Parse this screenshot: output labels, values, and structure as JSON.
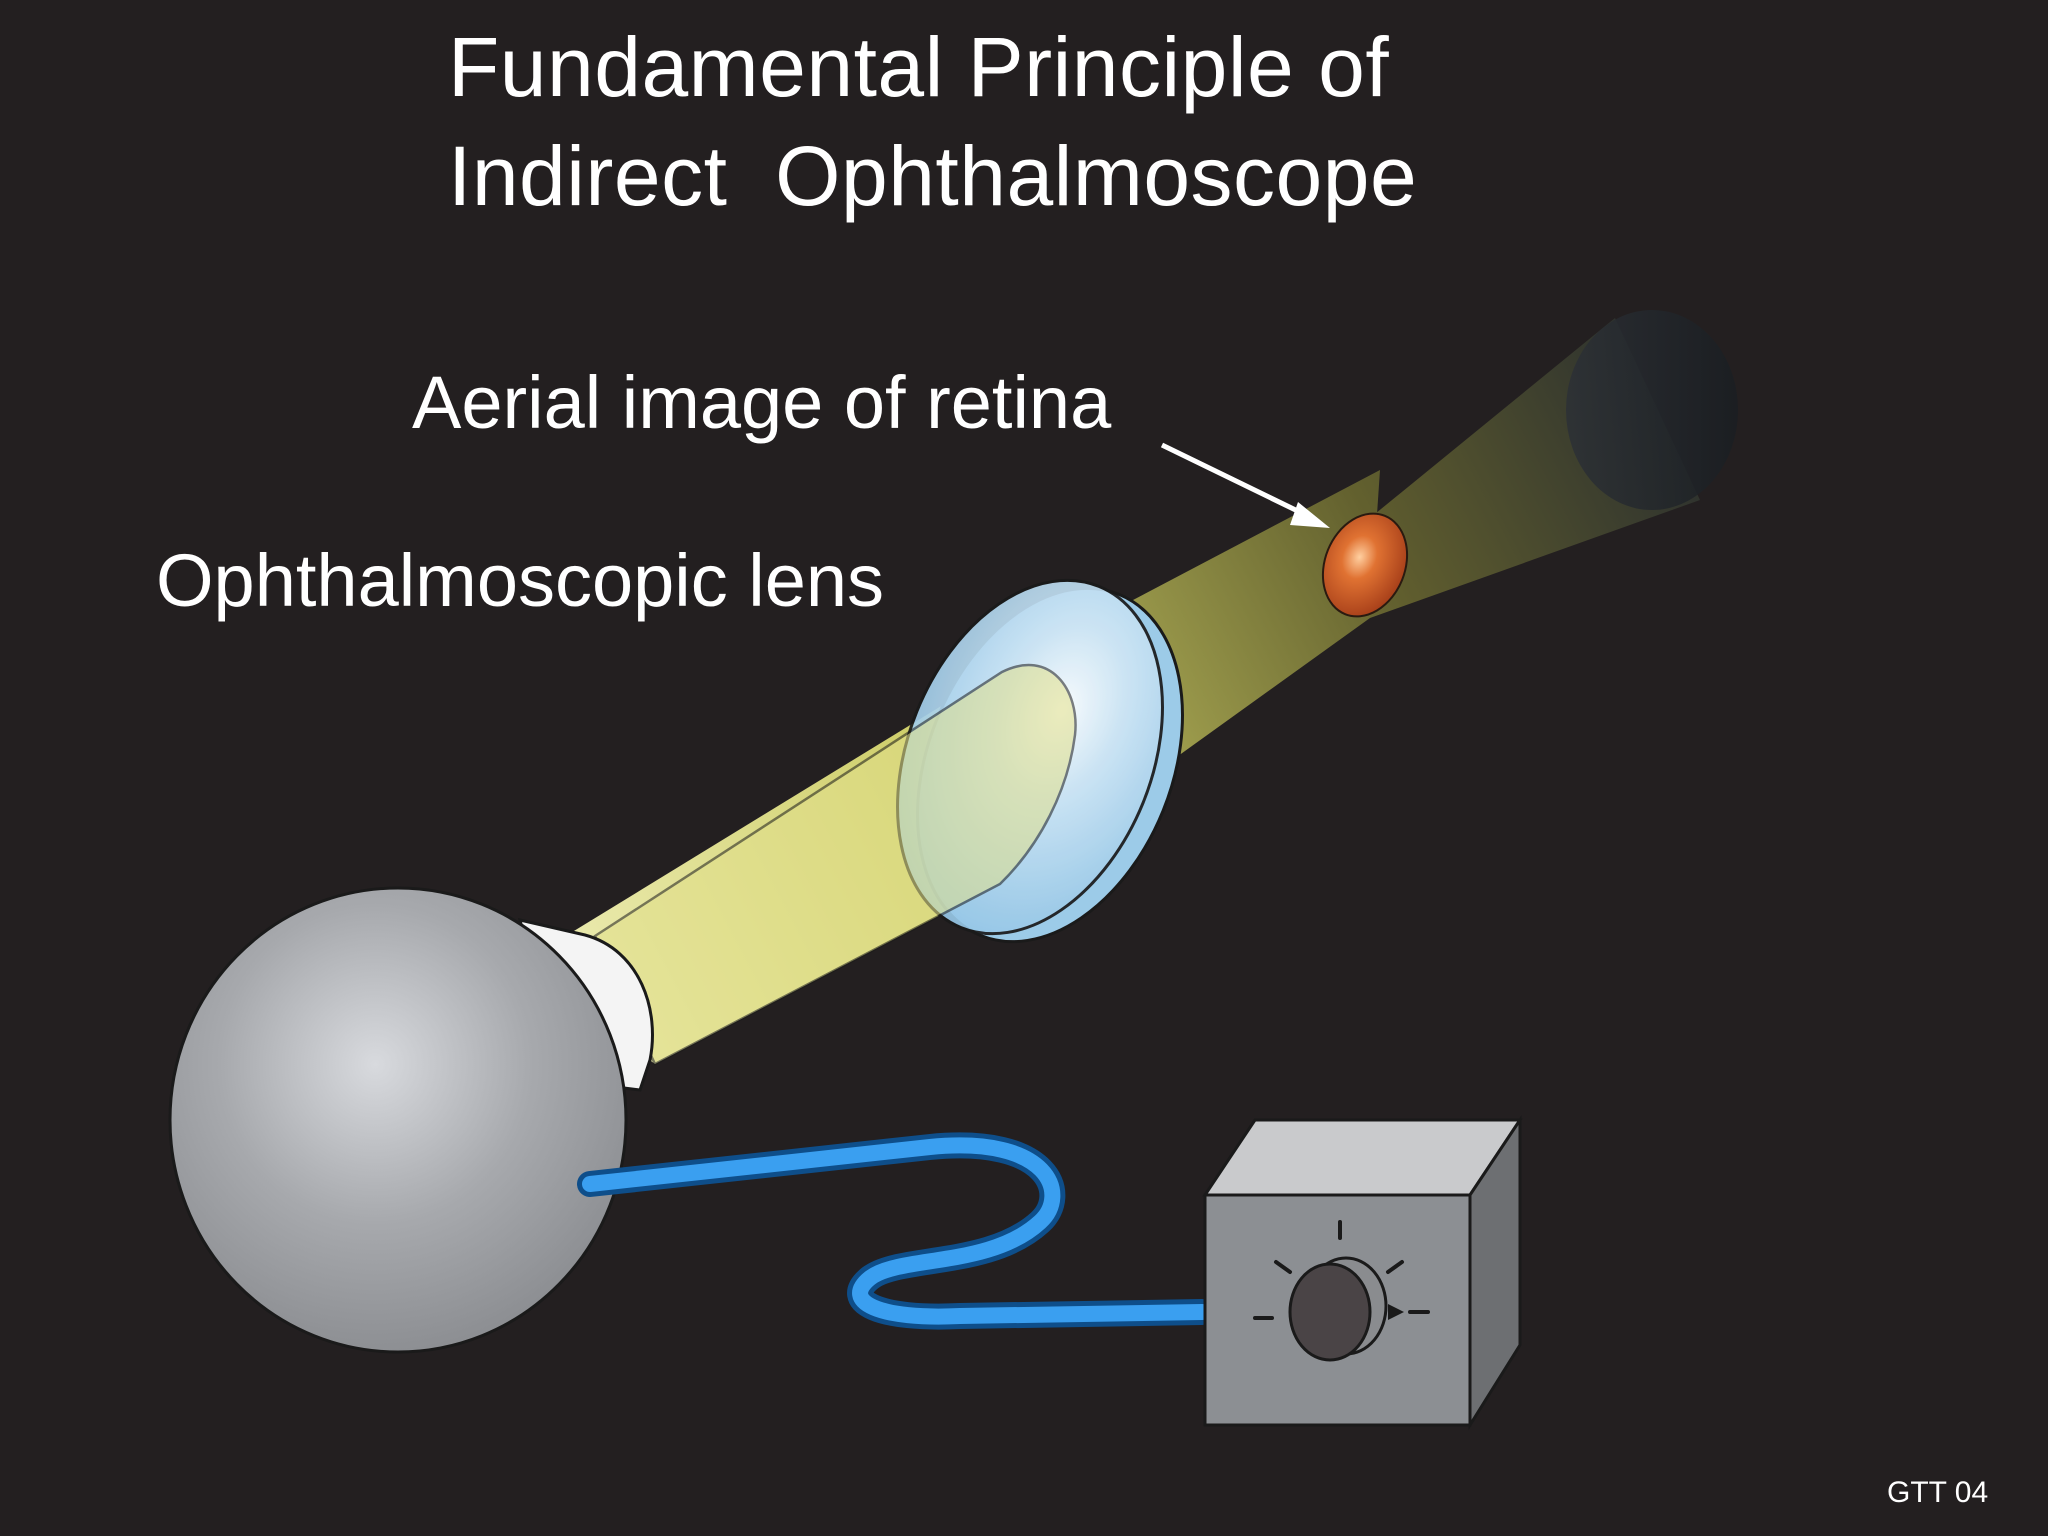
{
  "title": {
    "line1": "Fundamental Principle of",
    "line2": "Indirect  Ophthalmoscope"
  },
  "labels": {
    "aerial_image": "Aerial image of retina",
    "ophthalmoscopic_lens": "Ophthalmoscopic lens"
  },
  "credit": "GTT 04",
  "colors": {
    "background": "#231f20",
    "text": "#ffffff",
    "light_beam": "#e8e88a",
    "lens": "#a8d2ec",
    "retina_image": "#d2622a",
    "eye": "#b8babd",
    "cable": "#2f8fe0",
    "power_box": "#8c8f93"
  }
}
